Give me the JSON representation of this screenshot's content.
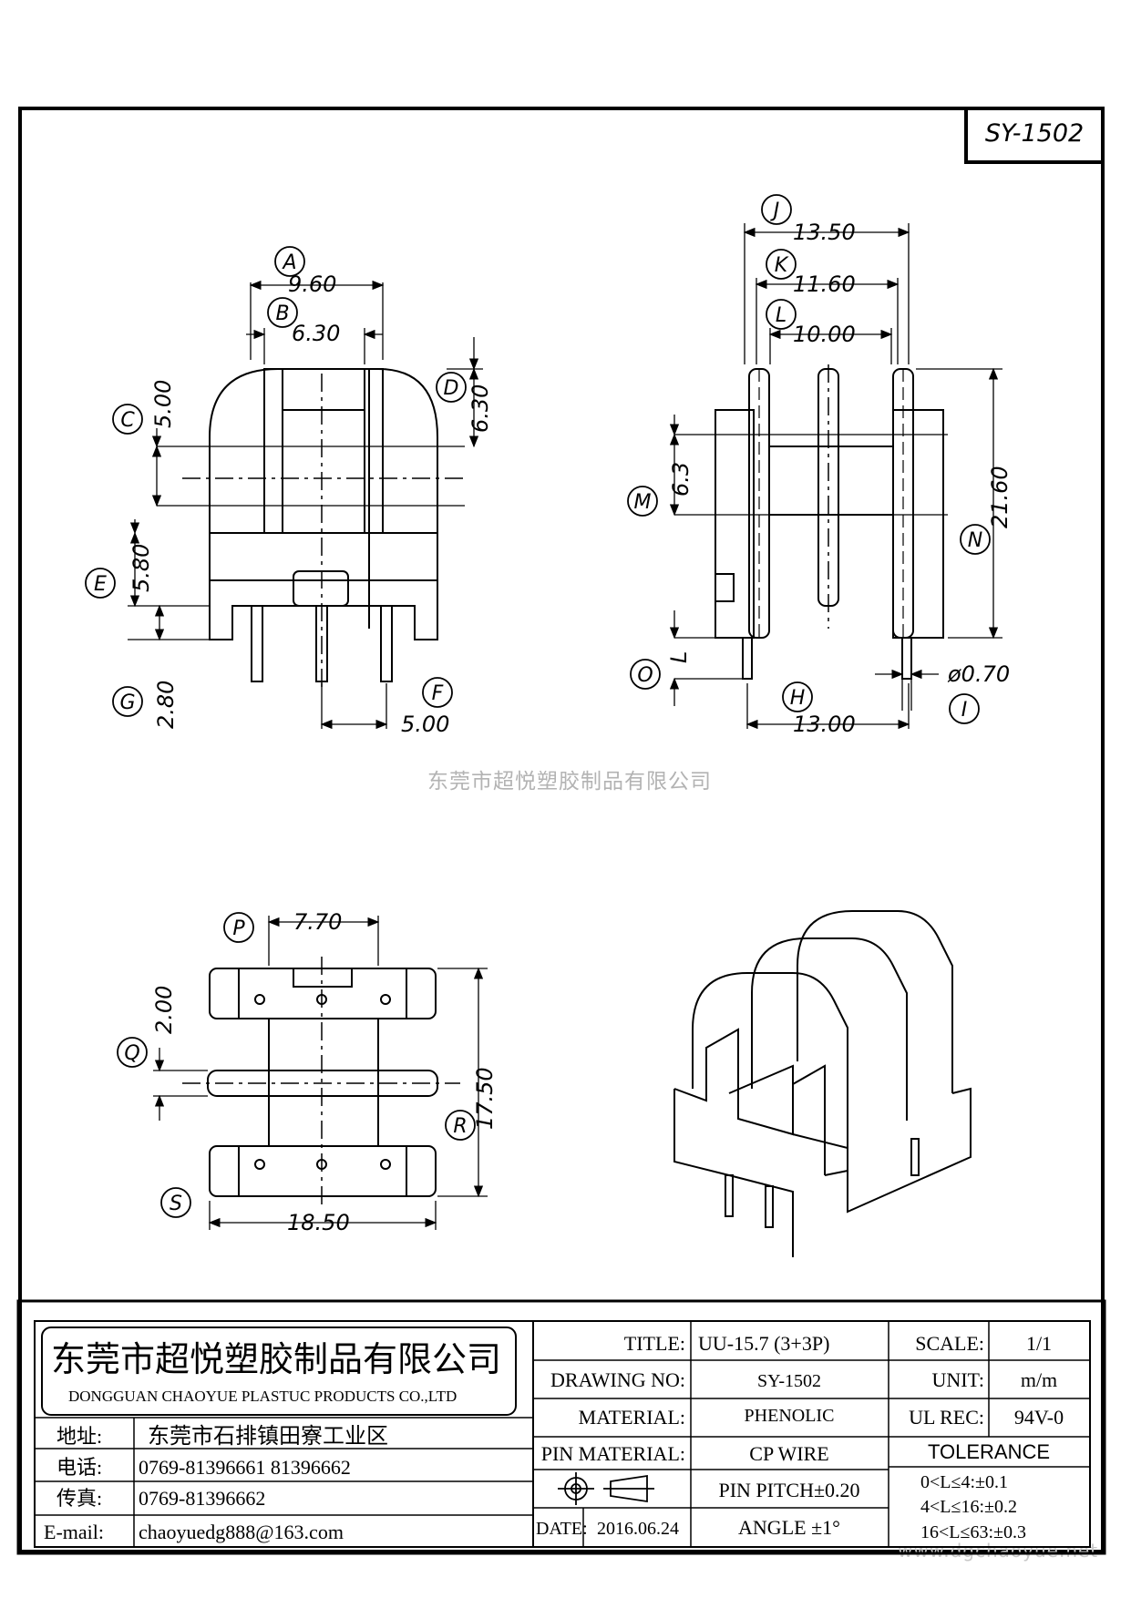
{
  "drawing_code": "SY-1502",
  "watermark": "东莞市超悦塑胶制品有限公司",
  "site": "www.dgchaoyue.net",
  "dimensions": {
    "A": "9.60",
    "B": "6.30",
    "C": "5.00",
    "D": "6.30",
    "E": "5.80",
    "F": "5.00",
    "G": "2.80",
    "J": "13.50",
    "K": "11.60",
    "L": "10.00",
    "M": "6.3",
    "N": "21.60",
    "O": "L",
    "H": "13.00",
    "I": "ø0.70",
    "P": "7.70",
    "Q": "2.00",
    "R": "17.50",
    "S": "18.50"
  },
  "labels": [
    "A",
    "B",
    "C",
    "D",
    "E",
    "F",
    "G",
    "H",
    "I",
    "J",
    "K",
    "L",
    "M",
    "N",
    "O",
    "P",
    "Q",
    "R",
    "S"
  ],
  "title_block": {
    "company_cn": "东莞市超悦塑胶制品有限公司",
    "company_en": "DONGGUAN CHAOYUE PLASTUC PRODUCTS CO.,LTD",
    "address_label": "地址:",
    "address": "东莞市石排镇田寮工业区",
    "phone_label": "电话:",
    "phone": "0769-81396661   81396662",
    "fax_label": "传真:",
    "fax": "0769-81396662",
    "email_label": "E-mail:",
    "email": "chaoyuedg888@163.com",
    "title_label": "TITLE:",
    "title": "UU-15.7 (3+3P)",
    "drawing_no_label": "DRAWING NO:",
    "drawing_no": "SY-1502",
    "material_label": "MATERIAL:",
    "material": "PHENOLIC",
    "pin_material_label": "PIN MATERIAL:",
    "pin_material": "CP WIRE",
    "date_label": "DATE:",
    "date": "2016.06.24",
    "pin_pitch": "PIN PITCH±0.20",
    "angle": "ANGLE  ±1°",
    "scale_label": "SCALE:",
    "scale": "1/1",
    "unit_label": "UNIT:",
    "unit": "m/m",
    "ul_label": "UL REC:",
    "ul": "94V-0",
    "tolerance_label": "TOLERANCE",
    "tolerances": [
      "0<L≤4:±0.1",
      "4<L≤16:±0.2",
      "16<L≤63:±0.3"
    ]
  }
}
